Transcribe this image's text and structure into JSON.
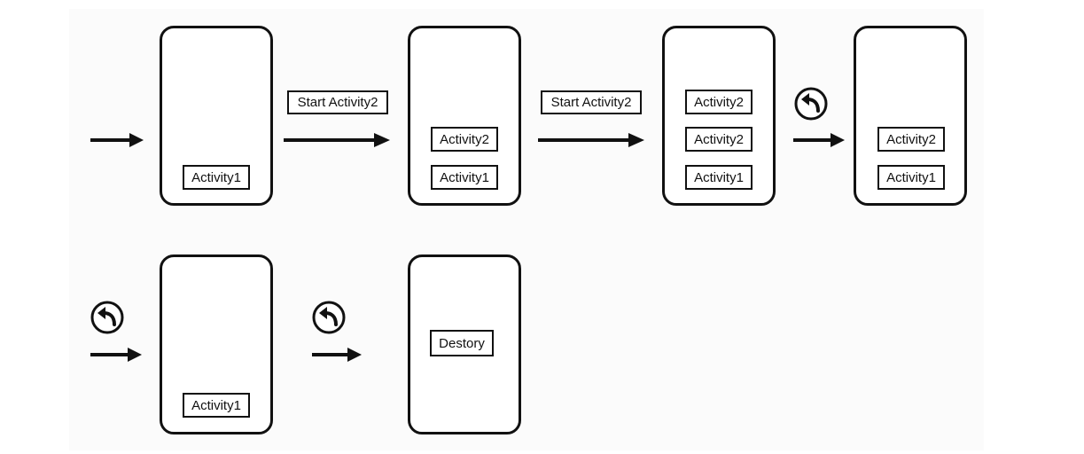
{
  "action_labels": {
    "start_1": "Start Activity2",
    "start_2": "Start Activity2"
  },
  "phones": {
    "p1": [
      "Activity1"
    ],
    "p2": [
      "Activity2",
      "Activity1"
    ],
    "p3": [
      "Activity2",
      "Activity2",
      "Activity1"
    ],
    "p4": [
      "Activity2",
      "Activity1"
    ],
    "p5": [
      "Activity1"
    ],
    "p6": [
      "Destory"
    ]
  },
  "colors": {
    "line": "#111111",
    "background": "#fbfbfb"
  },
  "icons": {
    "back": "back-arrow-icon",
    "arrow": "right-arrow-icon"
  }
}
